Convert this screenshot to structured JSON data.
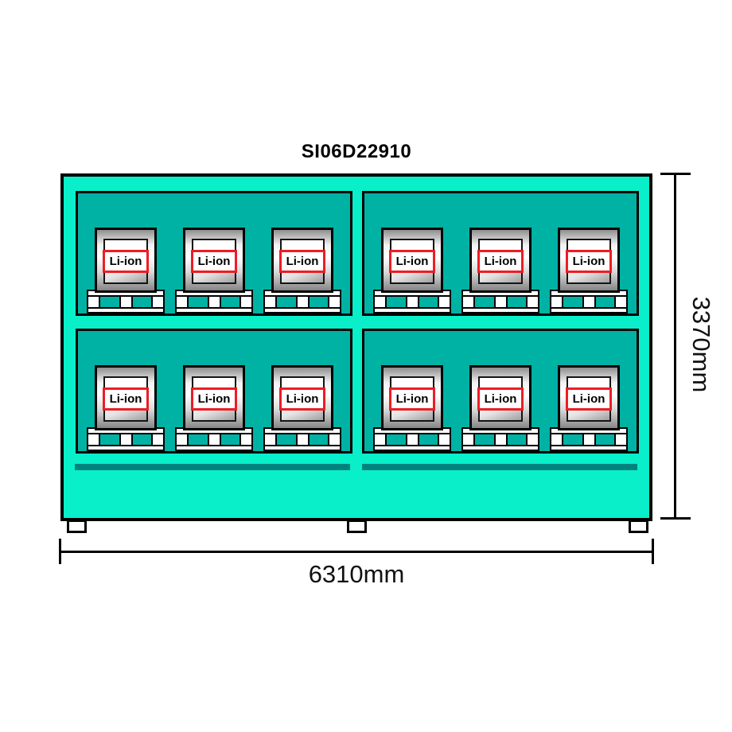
{
  "diagram": {
    "title": "SI06D22910",
    "unit_label": "Li-ion",
    "width_label": "6310mm",
    "height_label": "3370mm",
    "layout": {
      "shelves": 2,
      "compartments_per_shelf": 2,
      "units_per_compartment": 3,
      "total_units": 12
    },
    "colors": {
      "container_fill": "#08EFC9",
      "compartment_fill": "#00B2A4",
      "floor_rail_fill": "#00837D",
      "unit_label_border": "#EE1C24",
      "outline": "#000000"
    }
  }
}
